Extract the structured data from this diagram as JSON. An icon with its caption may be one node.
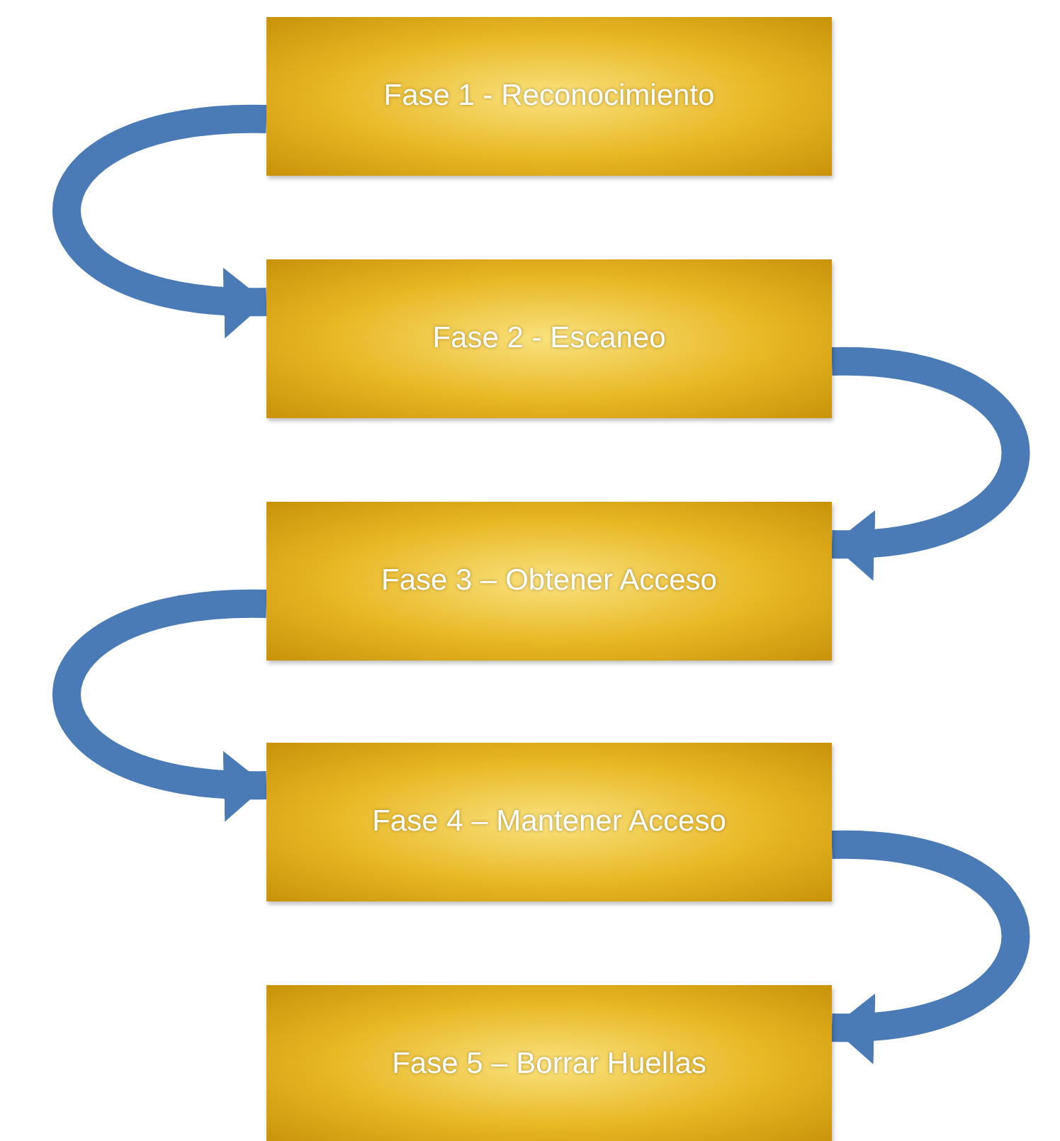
{
  "diagram": {
    "nodes": [
      {
        "text": [
          "Fase 1 - Reconocimiento"
        ]
      },
      {
        "text": [
          "Fase 2 - Escaneo"
        ]
      },
      {
        "text": [
          "Fase 3 – Obtener Acceso"
        ]
      },
      {
        "text": [
          "Fase 4 – Mantener Acceso"
        ]
      },
      {
        "text": [
          "Fase 5 – Borrar Huellas"
        ]
      }
    ],
    "edges": [
      {
        "from": 0,
        "to": 1,
        "arrow": "to"
      },
      {
        "from": 1,
        "to": 2,
        "arrow": "to"
      },
      {
        "from": 2,
        "to": 3,
        "arrow": "to"
      },
      {
        "from": 3,
        "to": 4,
        "arrow": "to"
      }
    ]
  }
}
